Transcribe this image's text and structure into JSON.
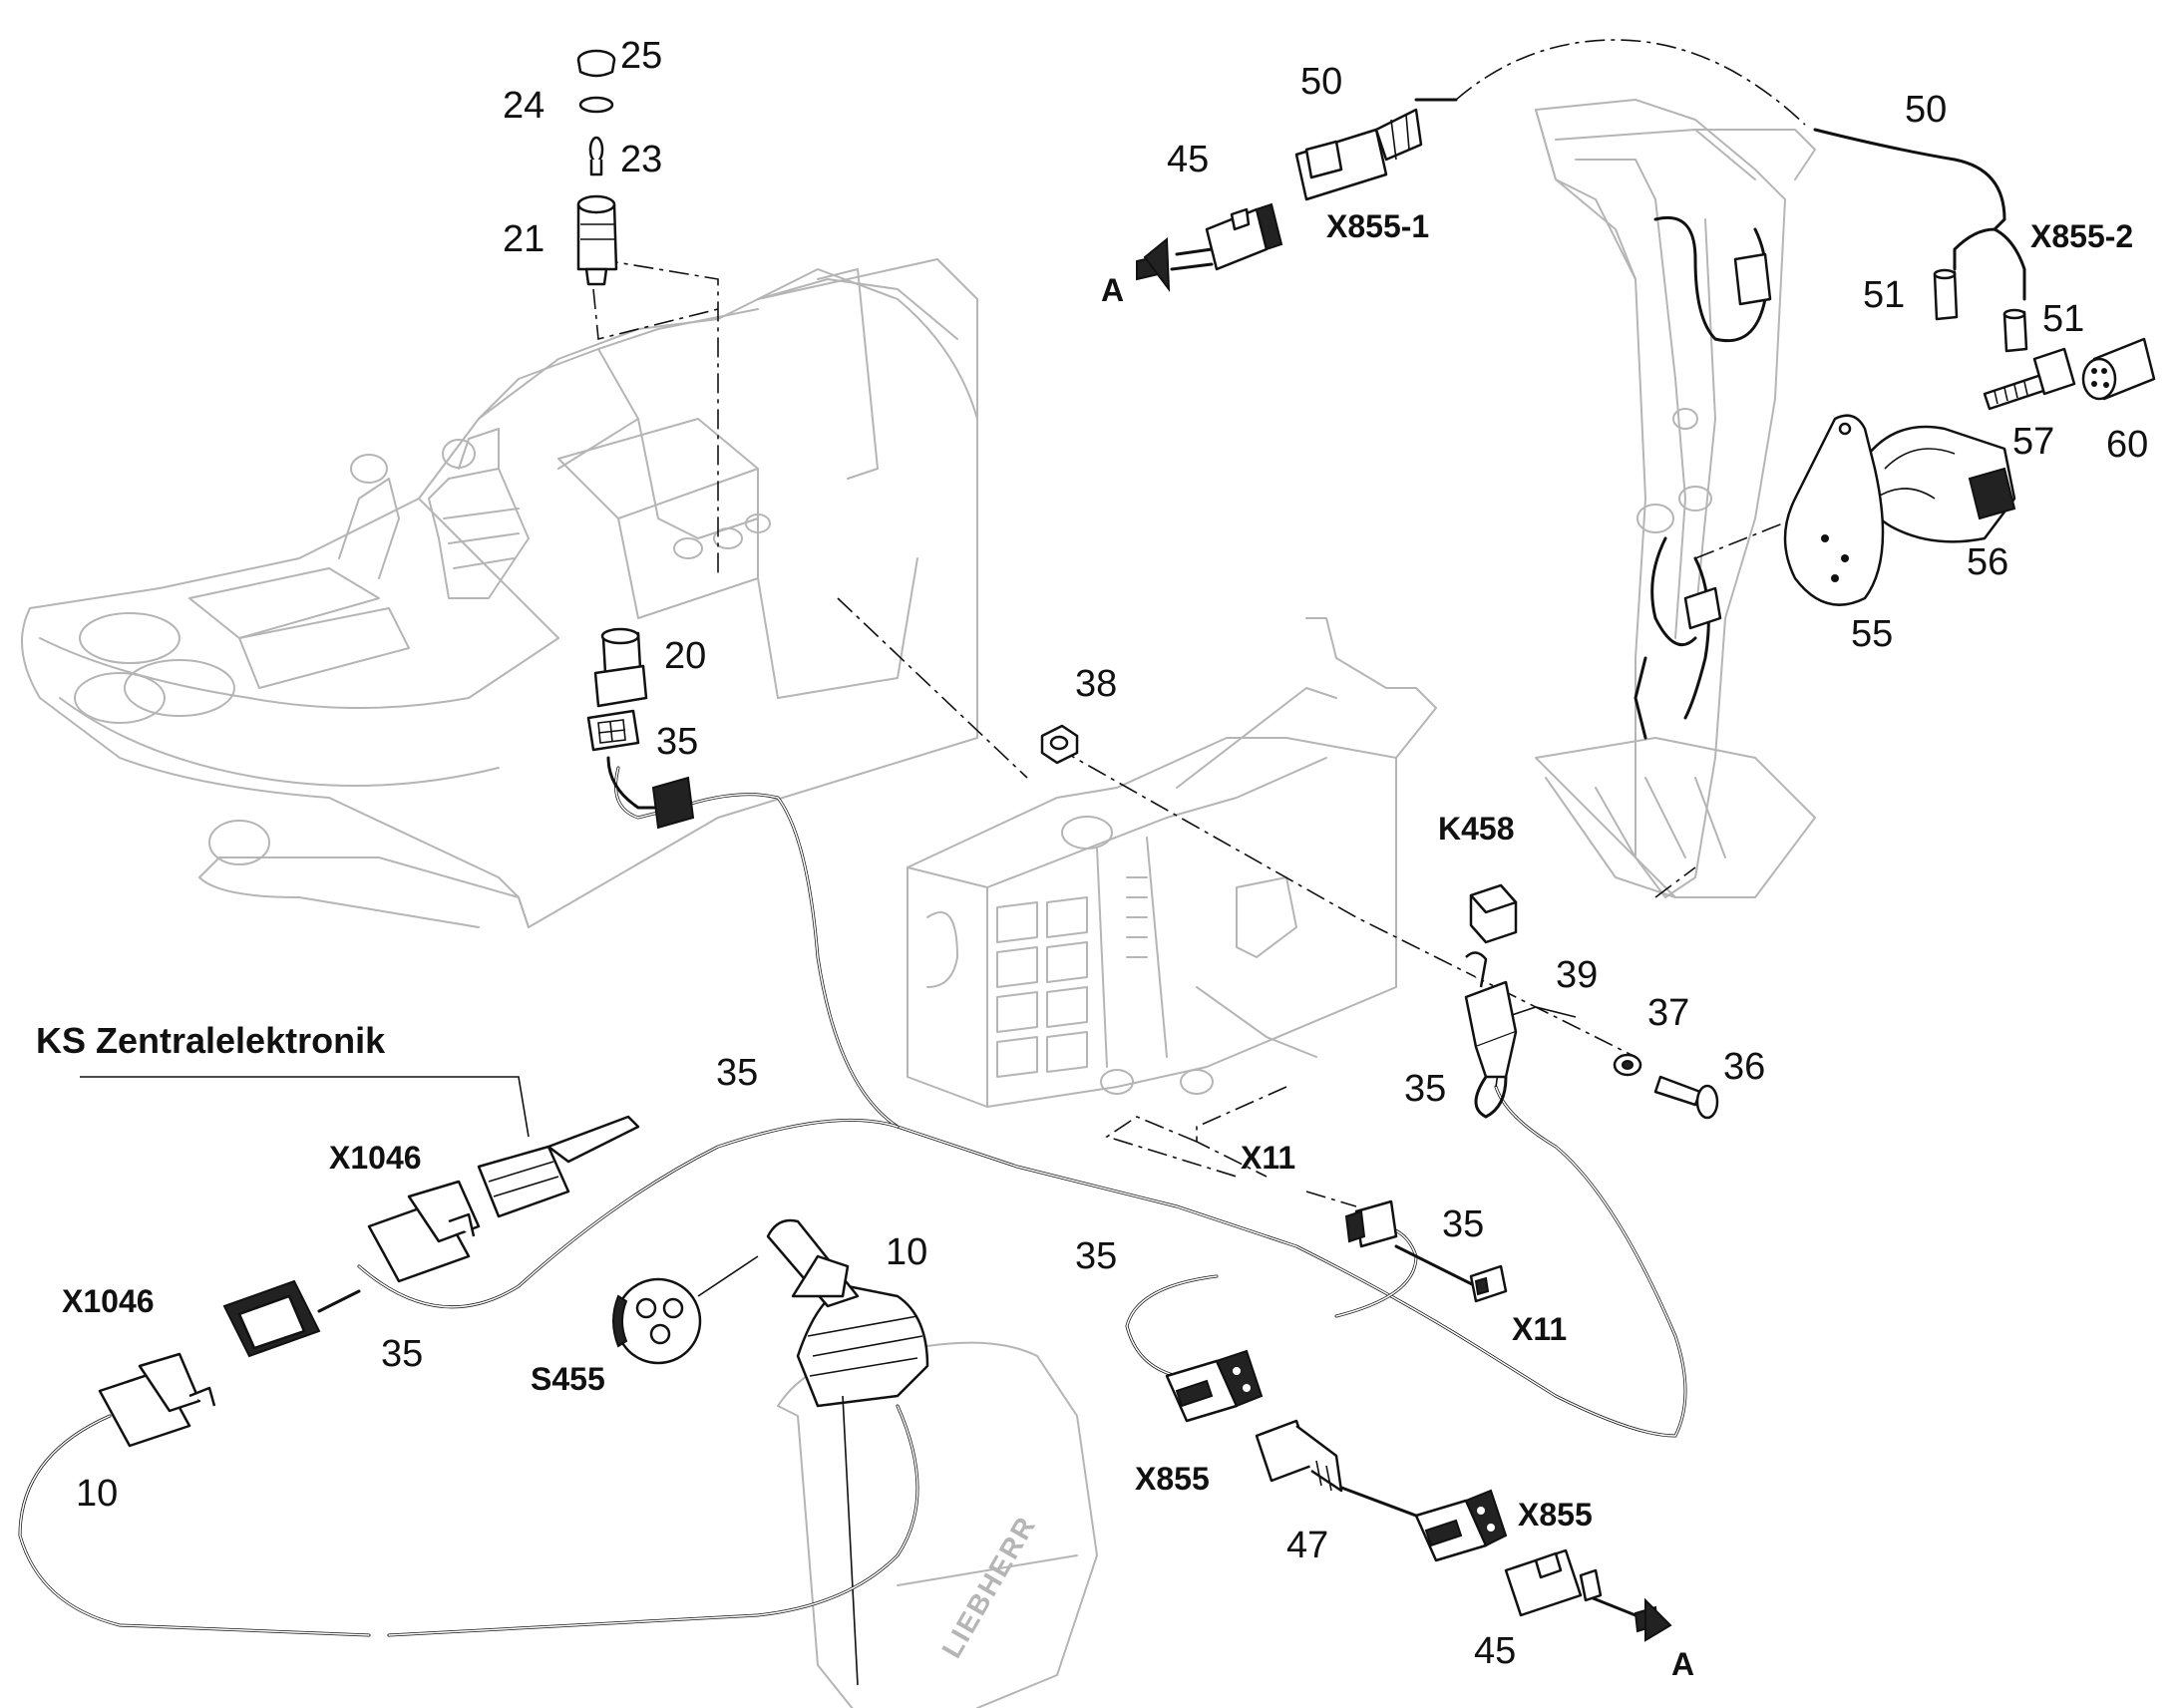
{
  "diagram": {
    "heading": "KS Zentralelektronik",
    "part_labels": [
      {
        "id": "p25",
        "text": "25"
      },
      {
        "id": "p24",
        "text": "24"
      },
      {
        "id": "p23",
        "text": "23"
      },
      {
        "id": "p21",
        "text": "21"
      },
      {
        "id": "p20",
        "text": "20"
      },
      {
        "id": "p35a",
        "text": "35"
      },
      {
        "id": "p50a",
        "text": "50"
      },
      {
        "id": "p45a",
        "text": "45"
      },
      {
        "id": "p50b",
        "text": "50"
      },
      {
        "id": "p51a",
        "text": "51"
      },
      {
        "id": "p51b",
        "text": "51"
      },
      {
        "id": "p57",
        "text": "57"
      },
      {
        "id": "p60",
        "text": "60"
      },
      {
        "id": "p56",
        "text": "56"
      },
      {
        "id": "p55",
        "text": "55"
      },
      {
        "id": "p38",
        "text": "38"
      },
      {
        "id": "p39",
        "text": "39"
      },
      {
        "id": "p37",
        "text": "37"
      },
      {
        "id": "p36",
        "text": "36"
      },
      {
        "id": "p35b",
        "text": "35"
      },
      {
        "id": "p35c",
        "text": "35"
      },
      {
        "id": "p35d",
        "text": "35"
      },
      {
        "id": "p35e",
        "text": "35"
      },
      {
        "id": "p35f",
        "text": "35"
      },
      {
        "id": "p10a",
        "text": "10"
      },
      {
        "id": "p10b",
        "text": "10"
      },
      {
        "id": "p47",
        "text": "47"
      },
      {
        "id": "p45b",
        "text": "45"
      }
    ],
    "connector_labels": [
      {
        "id": "x855_1",
        "text": "X855-1"
      },
      {
        "id": "x855_2",
        "text": "X855-2"
      },
      {
        "id": "k458",
        "text": "K458"
      },
      {
        "id": "x11a",
        "text": "X11"
      },
      {
        "id": "x11b",
        "text": "X11"
      },
      {
        "id": "x1046a",
        "text": "X1046"
      },
      {
        "id": "x1046b",
        "text": "X1046"
      },
      {
        "id": "s455",
        "text": "S455"
      },
      {
        "id": "x855a",
        "text": "X855"
      },
      {
        "id": "x855b",
        "text": "X855"
      },
      {
        "id": "arrow_a1",
        "text": "A"
      },
      {
        "id": "arrow_a2",
        "text": "A"
      }
    ],
    "brand_mark": "LIEBHERR"
  }
}
